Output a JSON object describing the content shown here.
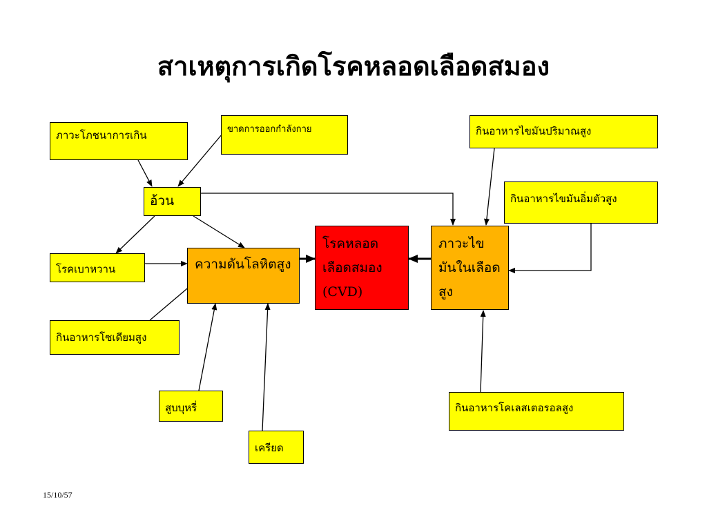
{
  "title": "สาเหตุการเกิดโรคหลอดเลือดสมอง",
  "colors": {
    "risk": "#ffff00",
    "intermediate": "#ffb300",
    "outcome": "#ff0000"
  },
  "nodes": {
    "malnutrition": "ภาวะโภชนาการเกิน",
    "no_exercise": "ขาดการออกกำลังกาย",
    "obesity": "อ้วน",
    "diabetes": "โรคเบาหวาน",
    "high_sodium": "กินอาหารโซเดียมสูง",
    "hypertension": "ความดันโลหิตสูง",
    "smoking": "สูบบุหรี่",
    "stress": "เครียด",
    "cvd": "โรคหลอดเลือดสมอง (CVD)",
    "hyperlipidemia": "ภาวะไขมันในเลือดสูง",
    "high_fat_amount": "กินอาหารไขมันปริมาณสูง",
    "saturated_fat": "กินอาหารไขมันอิ่มตัวสูง",
    "cholesterol": "กินอาหารโคเลสเตอรอลสูง"
  },
  "footer": {
    "date": "15/10/57"
  }
}
